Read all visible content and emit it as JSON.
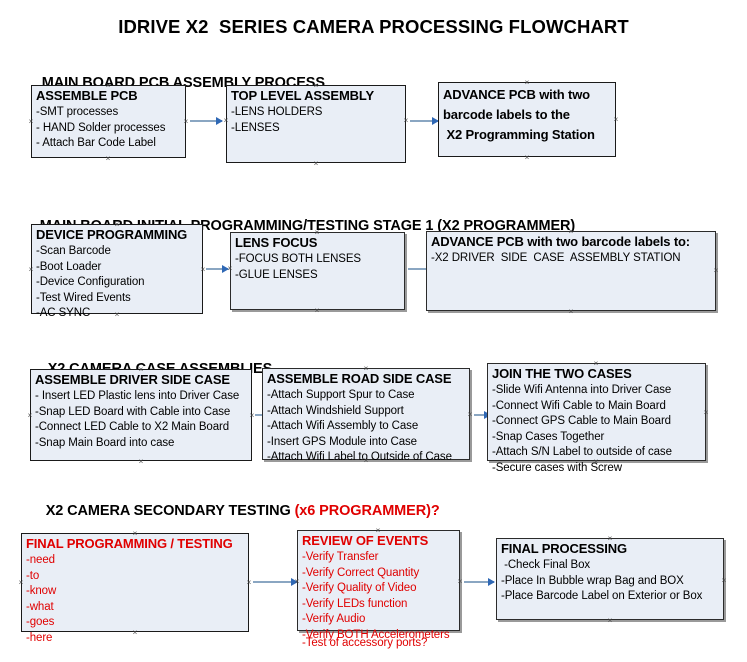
{
  "document": {
    "title": "IDRIVE X2  SERIES CAMERA PROCESSING FLOWCHART"
  },
  "colors": {
    "box_fill": "#e9eef6",
    "box_border": "#1a1a1a",
    "arrow_line": "#8aa6c2",
    "arrow_head": "#2f68b5",
    "red_accent": "#e00000",
    "text": "#000000",
    "background": "#ffffff"
  },
  "sections": [
    {
      "heading": "MAIN BOARD PCB ASSEMBLY PROCESS",
      "heading_red": "",
      "nodes": [
        {
          "title": "ASSEMBLE PCB",
          "title_lines": [
            "ASSEMBLE PCB"
          ],
          "lines": [
            "-SMT processes",
            "- HAND Solder processes",
            "- Attach Bar Code Label"
          ]
        },
        {
          "title": "TOP LEVEL ASSEMBLY",
          "title_lines": [
            "TOP LEVEL ASSEMBLY"
          ],
          "lines": [
            "-LENS HOLDERS",
            "-LENSES"
          ]
        },
        {
          "title": "ADVANCE PCB with two barcode labels to the  X2 Programming Station",
          "title_lines": [
            "ADVANCE PCB with two",
            "barcode labels to the",
            " X2 Programming Station"
          ],
          "lines": []
        }
      ]
    },
    {
      "heading": "MAIN BOARD INITIAL PROGRAMMING/TESTING STAGE 1 (X2 PROGRAMMER)",
      "heading_red": "",
      "nodes": [
        {
          "title": "DEVICE PROGRAMMING",
          "title_lines": [
            "DEVICE PROGRAMMING"
          ],
          "lines": [
            "-Scan Barcode",
            "-Boot Loader",
            "-Device Configuration",
            "-Test Wired Events",
            "-AC SYNC"
          ]
        },
        {
          "title": "LENS FOCUS",
          "title_lines": [
            "LENS FOCUS"
          ],
          "lines": [
            "-FOCUS BOTH LENSES",
            "-GLUE LENSES"
          ]
        },
        {
          "title": "ADVANCE PCB with two barcode labels to:",
          "title_lines": [
            "ADVANCE PCB with two barcode labels to:"
          ],
          "lines": [
            "-X2 DRIVER  SIDE  CASE  ASSEMBLY STATION"
          ]
        }
      ]
    },
    {
      "heading": "X2 CAMERA CASE ASSEMBLIES",
      "heading_red": "",
      "nodes": [
        {
          "title": "ASSEMBLE DRIVER SIDE CASE",
          "title_lines": [
            "ASSEMBLE DRIVER SIDE CASE"
          ],
          "lines": [
            "- Insert LED Plastic lens into Driver Case",
            "-Snap LED Board with Cable into Case",
            "-Connect LED Cable to X2 Main Board",
            "-Snap Main Board into case"
          ]
        },
        {
          "title": "ASSEMBLE ROAD SIDE CASE",
          "title_lines": [
            "ASSEMBLE ROAD SIDE CASE"
          ],
          "lines": [
            "-Attach Support Spur to Case",
            "-Attach Windshield Support",
            "-Attach Wifi Assembly to Case",
            "-Insert GPS Module into Case",
            "-Attach Wifi Label to Outside of Case"
          ]
        },
        {
          "title": "JOIN THE TWO CASES",
          "title_lines": [
            "JOIN THE TWO CASES"
          ],
          "lines": [
            "-Slide Wifi Antenna into Driver Case",
            "-Connect Wifi Cable to Main Board",
            "-Connect GPS Cable to Main Board",
            "-Snap Cases Together",
            "-Attach S/N Label to outside of case",
            "-Secure cases with Screw"
          ]
        }
      ]
    },
    {
      "heading": "X2 CAMERA SECONDARY TESTING ",
      "heading_red": "(x6 PROGRAMMER)?",
      "nodes": [
        {
          "title": "FINAL PROGRAMMING / TESTING",
          "title_lines": [
            "FINAL PROGRAMMING / TESTING"
          ],
          "lines": [
            "-need",
            "-to",
            "-know",
            "-what",
            "-goes",
            "-here"
          ]
        },
        {
          "title": "REVIEW OF EVENTS",
          "title_lines": [
            "REVIEW OF EVENTS"
          ],
          "lines": [
            "-Verify Transfer",
            "-Verify Correct Quantity",
            "-Verify Quality of Video",
            "-Verify LEDs function",
            "-Verify Audio",
            "-Verify BOTH Accelerometers"
          ],
          "overflow_line": "-Test of accessory ports?"
        },
        {
          "title": "FINAL PROCESSING",
          "title_lines": [
            "FINAL PROCESSING"
          ],
          "lines": [
            " -Check Final Box",
            "-Place In Bubble wrap Bag and BOX",
            "-Place Barcode Label on Exterior or Box"
          ]
        }
      ]
    }
  ]
}
